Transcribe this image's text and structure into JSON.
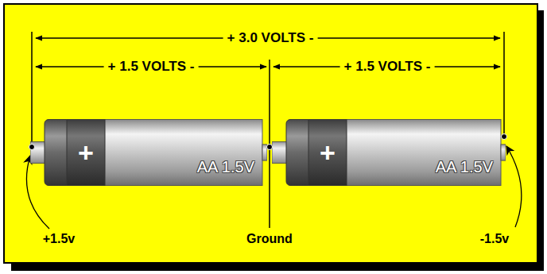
{
  "diagram": {
    "nodes": [
      {
        "text": [
          "+",
          "AA 1.5V"
        ]
      },
      {
        "text": [
          "+",
          "AA 1.5V"
        ]
      }
    ],
    "labels": [
      "+ 3.0 VOLTS -",
      "+ 1.5 VOLTS -",
      "+ 1.5 VOLTS -",
      "+1.5v",
      "Ground",
      "-1.5v"
    ]
  }
}
